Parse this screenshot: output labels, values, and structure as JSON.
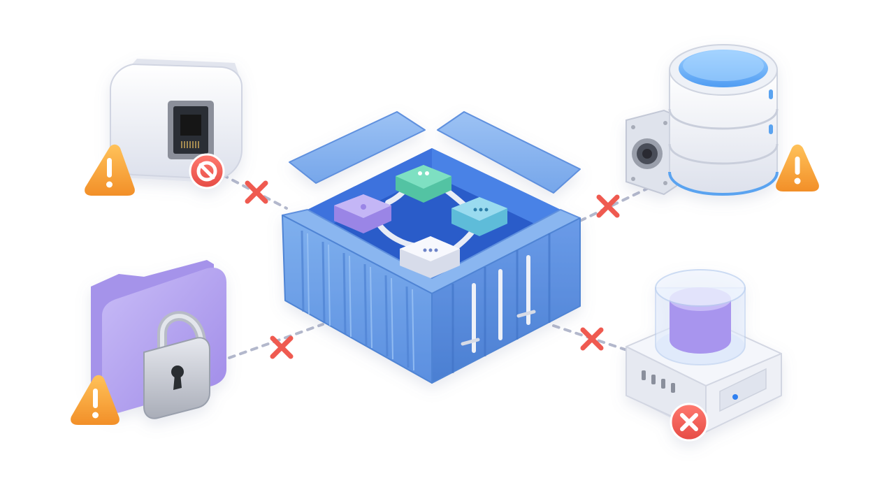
{
  "palette": {
    "container_blue": "#6fa3e6",
    "container_dark": "#4f84d4",
    "container_inner": "#3a6fd8",
    "warning_orange": "#f7a43a",
    "error_red": "#f0605a",
    "cross_red": "#ef5a50",
    "dash_gray": "#b3b8cc",
    "node_teal": "#66d4b4",
    "node_purple": "#b39df0",
    "node_cyan": "#7ecfe6",
    "node_white": "#f2f4fb",
    "folder_purple": "#b7a7f3",
    "device_white": "#eef0f6"
  },
  "components": {
    "center": "container-box",
    "nodes": [
      "network-port-device",
      "database-server",
      "locked-folder",
      "storage-device"
    ],
    "connection_state": "broken"
  }
}
